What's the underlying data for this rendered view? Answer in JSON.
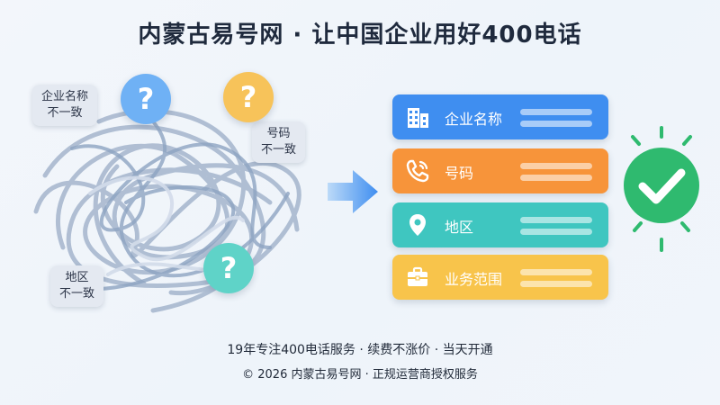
{
  "header": {
    "title": "内蒙古易号网 · 让中国企业用好400电话"
  },
  "problem": {
    "tags": [
      {
        "line1": "企业名称",
        "line2": "不一致"
      },
      {
        "line1": "号码",
        "line2": "不一致"
      },
      {
        "line1": "地区",
        "line2": "不一致"
      }
    ],
    "question_mark": "?",
    "bubble_colors": [
      "#6fb1f5",
      "#f7c35a",
      "#5fd3c8"
    ]
  },
  "solution": {
    "cards": [
      {
        "label": "企业名称",
        "icon": "building-icon",
        "color": "#3f8ef0"
      },
      {
        "label": "号码",
        "icon": "phone-icon",
        "color": "#f7943a"
      },
      {
        "label": "地区",
        "icon": "location-pin-icon",
        "color": "#3fc6c0"
      },
      {
        "label": "业务范围",
        "icon": "briefcase-icon",
        "color": "#f8c44b"
      }
    ],
    "check_color": "#2fba6f"
  },
  "footer": {
    "tagline": "19年专注400电话服务 · 续费不涨价 · 当天开通",
    "copyright": "© 2026 内蒙古易号网 · 正规运营商授权服务"
  }
}
